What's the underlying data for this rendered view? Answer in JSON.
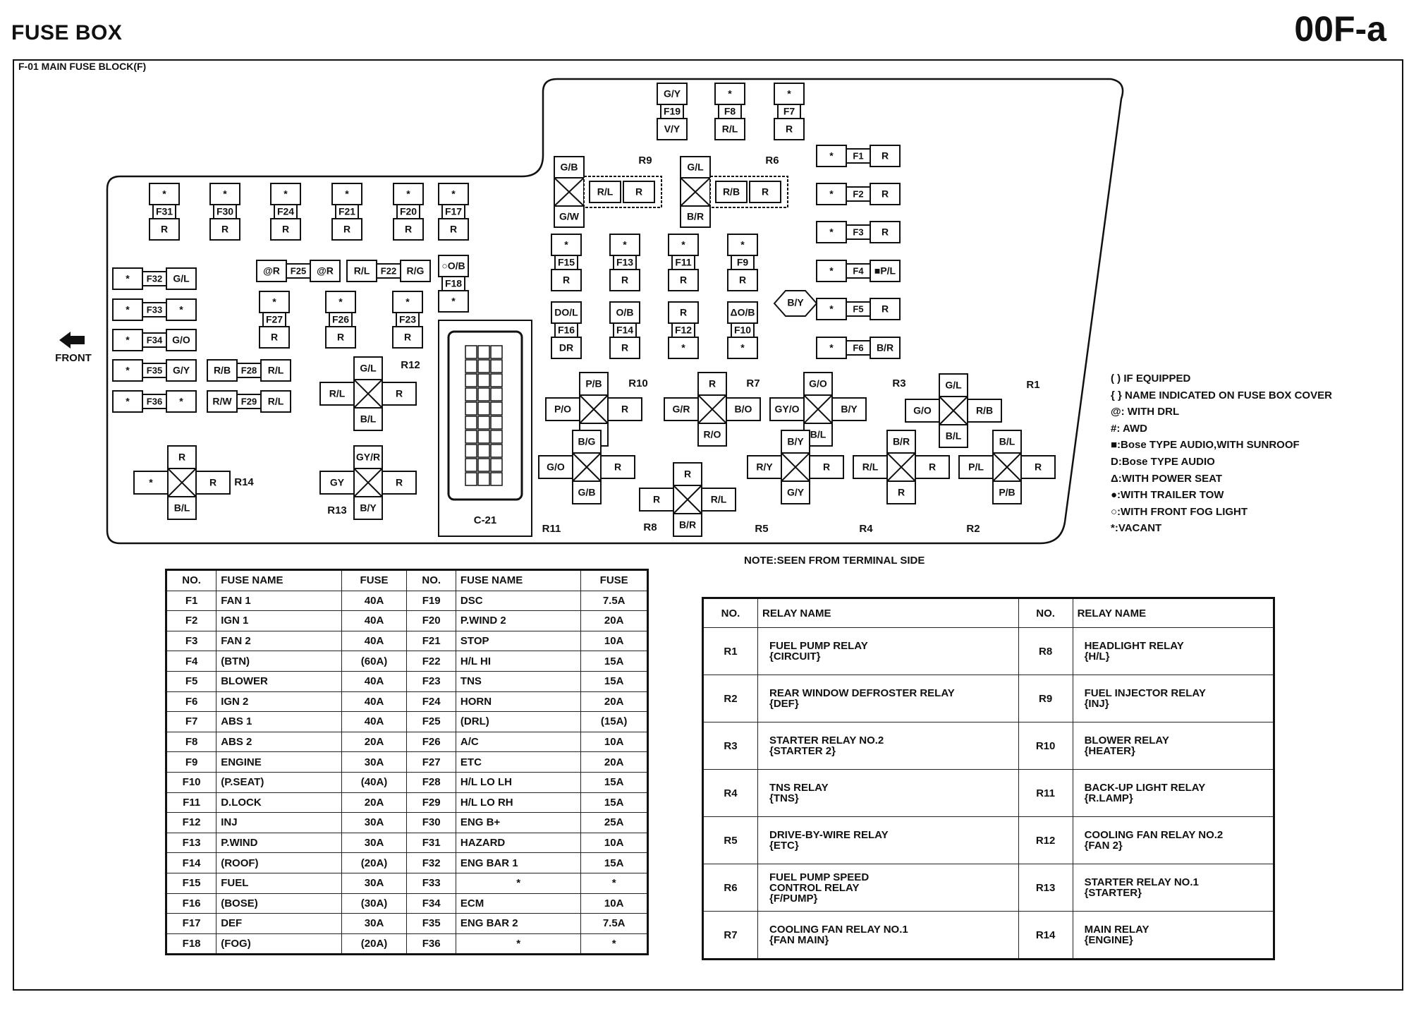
{
  "header": {
    "title": "FUSE BOX",
    "code": "00F-a",
    "block_label": "F-01 MAIN FUSE BLOCK(F)"
  },
  "front_label": "FRONT",
  "note": "NOTE:SEEN FROM TERMINAL SIDE",
  "legend": [
    "( ) IF EQUIPPED",
    "{ } NAME INDICATED ON FUSE BOX COVER",
    "@: WITH DRL",
    "#: AWD",
    "■:Bose TYPE AUDIO,WITH SUNROOF",
    "D:Bose TYPE AUDIO",
    "Δ:WITH POWER SEAT",
    "●:WITH TRAILER TOW",
    "○:WITH FRONT FOG LIGHT",
    "*:VACANT"
  ],
  "connector_label": "C-21",
  "fuse_table": {
    "headers": [
      "NO.",
      "FUSE NAME",
      "FUSE",
      "NO.",
      "FUSE NAME",
      "FUSE"
    ],
    "rows": [
      [
        "F1",
        "FAN 1",
        "40A",
        "F19",
        "DSC",
        "7.5A"
      ],
      [
        "F2",
        "IGN 1",
        "40A",
        "F20",
        "P.WIND 2",
        "20A"
      ],
      [
        "F3",
        "FAN 2",
        "40A",
        "F21",
        "STOP",
        "10A"
      ],
      [
        "F4",
        "(BTN)",
        "(60A)",
        "F22",
        "H/L HI",
        "15A"
      ],
      [
        "F5",
        "BLOWER",
        "40A",
        "F23",
        "TNS",
        "15A"
      ],
      [
        "F6",
        "IGN 2",
        "40A",
        "F24",
        "HORN",
        "20A"
      ],
      [
        "F7",
        "ABS 1",
        "40A",
        "F25",
        "(DRL)",
        "(15A)"
      ],
      [
        "F8",
        "ABS 2",
        "20A",
        "F26",
        "A/C",
        "10A"
      ],
      [
        "F9",
        "ENGINE",
        "30A",
        "F27",
        "ETC",
        "20A"
      ],
      [
        "F10",
        "(P.SEAT)",
        "(40A)",
        "F28",
        "H/L LO LH",
        "15A"
      ],
      [
        "F11",
        "D.LOCK",
        "20A",
        "F29",
        "H/L LO RH",
        "15A"
      ],
      [
        "F12",
        "INJ",
        "30A",
        "F30",
        "ENG B+",
        "25A"
      ],
      [
        "F13",
        "P.WIND",
        "30A",
        "F31",
        "HAZARD",
        "10A"
      ],
      [
        "F14",
        "(ROOF)",
        "(20A)",
        "F32",
        "ENG BAR 1",
        "15A"
      ],
      [
        "F15",
        "FUEL",
        "30A",
        "F33",
        "*",
        "*"
      ],
      [
        "F16",
        "(BOSE)",
        "(30A)",
        "F34",
        "ECM",
        "10A"
      ],
      [
        "F17",
        "DEF",
        "30A",
        "F35",
        "ENG BAR 2",
        "7.5A"
      ],
      [
        "F18",
        "(FOG)",
        "(20A)",
        "F36",
        "*",
        "*"
      ]
    ]
  },
  "relay_table": {
    "headers": [
      "NO.",
      "RELAY NAME",
      "NO.",
      "RELAY NAME"
    ],
    "rows": [
      [
        "R1",
        "FUEL PUMP RELAY\n{CIRCUIT}",
        "R8",
        "HEADLIGHT RELAY\n{H/L}"
      ],
      [
        "R2",
        "REAR WINDOW DEFROSTER RELAY\n{DEF}",
        "R9",
        "FUEL INJECTOR RELAY\n{INJ}"
      ],
      [
        "R3",
        "STARTER RELAY NO.2\n{STARTER 2}",
        "R10",
        "BLOWER RELAY\n{HEATER}"
      ],
      [
        "R4",
        "TNS RELAY\n{TNS}",
        "R11",
        "BACK-UP LIGHT RELAY\n{R.LAMP}"
      ],
      [
        "R5",
        "DRIVE-BY-WIRE RELAY\n{ETC}",
        "R12",
        "COOLING FAN RELAY NO.2\n{FAN 2}"
      ],
      [
        "R6",
        "FUEL PUMP SPEED\nCONTROL RELAY\n{F/PUMP}",
        "R13",
        "STARTER RELAY NO.1\n{STARTER}"
      ],
      [
        "R7",
        "COOLING FAN RELAY NO.1\n{FAN MAIN}",
        "R14",
        "MAIN RELAY\n{ENGINE}"
      ]
    ]
  },
  "fuses": [
    {
      "id": "F31",
      "top": "*",
      "bot": "R"
    },
    {
      "id": "F30",
      "top": "*",
      "bot": "R"
    },
    {
      "id": "F24",
      "top": "*",
      "bot": "R"
    },
    {
      "id": "F21",
      "top": "*",
      "bot": "R"
    },
    {
      "id": "F20",
      "top": "*",
      "bot": "R"
    },
    {
      "id": "F17",
      "top": "*",
      "bot": "R"
    },
    {
      "id": "F19",
      "top": "G/Y",
      "bot": "V/Y"
    },
    {
      "id": "F8",
      "top": "*",
      "bot": "R/L"
    },
    {
      "id": "F7",
      "top": "*",
      "bot": "R"
    },
    {
      "id": "F15",
      "top": "*",
      "bot": "R"
    },
    {
      "id": "F13",
      "top": "*",
      "bot": "R"
    },
    {
      "id": "F11",
      "top": "*",
      "bot": "R"
    },
    {
      "id": "F9",
      "top": "*",
      "bot": "R"
    },
    {
      "id": "F16",
      "top": "DO/L",
      "bot": "DR"
    },
    {
      "id": "F14",
      "top": "O/B",
      "bot": "R"
    },
    {
      "id": "F12",
      "top": "R",
      "bot": "*"
    },
    {
      "id": "F10",
      "top": "ΔO/B",
      "bot": "*"
    },
    {
      "id": "F27",
      "top": "*",
      "bot": "R"
    },
    {
      "id": "F26",
      "top": "*",
      "bot": "R"
    },
    {
      "id": "F23",
      "top": "*",
      "bot": "R"
    },
    {
      "id": "F18",
      "top": "○O/B",
      "bot": "*"
    },
    {
      "id": "F1",
      "left": "*",
      "right": "R"
    },
    {
      "id": "F2",
      "left": "*",
      "right": "R"
    },
    {
      "id": "F3",
      "left": "*",
      "right": "R"
    },
    {
      "id": "F4",
      "left": "*",
      "right": "■P/L"
    },
    {
      "id": "F5",
      "left": "*",
      "right": "R"
    },
    {
      "id": "F6",
      "left": "*",
      "right": "B/R"
    },
    {
      "id": "F32",
      "left": "*",
      "right": "G/L"
    },
    {
      "id": "F33",
      "left": "*",
      "right": "*"
    },
    {
      "id": "F34",
      "left": "*",
      "right": "G/O"
    },
    {
      "id": "F35",
      "left": "*",
      "right": "G/Y"
    },
    {
      "id": "F36",
      "left": "*",
      "right": "*"
    },
    {
      "id": "F28",
      "left": "R/B",
      "right": "R/L"
    },
    {
      "id": "F29",
      "left": "R/W",
      "right": "R/L"
    },
    {
      "id": "F25",
      "left": "@R",
      "right": "@R"
    },
    {
      "id": "F22",
      "left": "R/L",
      "right": "R/G"
    }
  ],
  "relays": [
    {
      "id": "R9",
      "a": "G/B",
      "b": "G/W",
      "c": "R/L",
      "d": "R"
    },
    {
      "id": "R6",
      "a": "G/L",
      "b": "B/R",
      "c": "R/B",
      "d": "R"
    },
    {
      "id": "R12",
      "a": "G/L",
      "b": "B/L",
      "c": "R/L",
      "d": "R"
    },
    {
      "id": "R10",
      "a": "P/B",
      "b": "B/L",
      "c": "P/O",
      "d": "R"
    },
    {
      "id": "R7",
      "a": "R",
      "b": "R/O",
      "c": "G/R",
      "d": "B/O"
    },
    {
      "id": "R3",
      "a": "G/O",
      "b": "B/L",
      "c": "GY/O",
      "d": "B/Y"
    },
    {
      "id": "R1",
      "a": "G/L",
      "b": "B/L",
      "c": "G/O",
      "d": "R/B"
    },
    {
      "id": "R14",
      "a": "R",
      "b": "B/L",
      "c": "*",
      "d": "R"
    },
    {
      "id": "R13",
      "a": "GY/R",
      "b": "B/Y",
      "c": "GY",
      "d": "R"
    },
    {
      "id": "R11",
      "a": "B/G",
      "b": "G/B",
      "c": "G/O",
      "d": "R"
    },
    {
      "id": "R8",
      "a": "R",
      "b": "B/R",
      "c": "R",
      "d": "R/L"
    },
    {
      "id": "R5",
      "a": "B/Y",
      "b": "G/Y",
      "c": "R/Y",
      "d": "R"
    },
    {
      "id": "R4",
      "a": "B/R",
      "b": "R",
      "c": "R/L",
      "d": "R"
    },
    {
      "id": "R2",
      "a": "B/L",
      "b": "P/B",
      "c": "P/L",
      "d": "R"
    }
  ],
  "misc": {
    "by_connector": "B/Y"
  }
}
